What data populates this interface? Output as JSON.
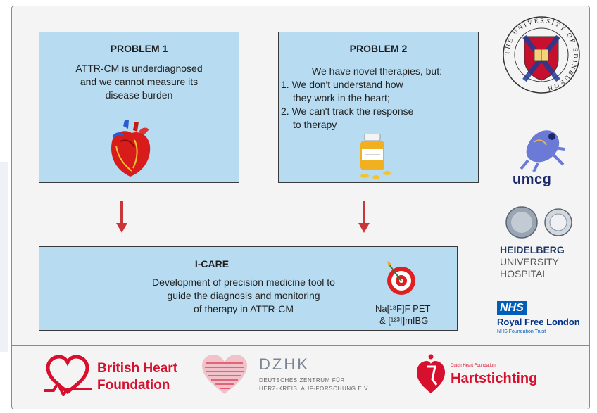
{
  "problem1": {
    "title": "PROBLEM 1",
    "lines": [
      "ATTR-CM is underdiagnosed",
      "and we cannot measure its",
      "disease burden"
    ]
  },
  "problem2": {
    "title": "PROBLEM 2",
    "lines": [
      "We have novel therapies, but:",
      "1. We don't understand how",
      "they work in the heart;",
      "2. We can't track the response",
      "to therapy"
    ]
  },
  "icare": {
    "title": "I-CARE",
    "lines": [
      "Development of precision medicine tool to",
      "guide the diagnosis  and monitoring",
      "of therapy in ATTR-CM"
    ],
    "pet_line1": "Na[¹⁸F]F PET",
    "pet_line2": "& [¹²³I]mIBG"
  },
  "logos": {
    "edinburgh_text": "THE UNIVERSITY OF EDINBURGH",
    "umcg": "umcg",
    "heidelberg": [
      "HEIDELBERG",
      "UNIVERSITY",
      "HOSPITAL"
    ],
    "nhs_badge": "NHS",
    "nhs_trust": "Royal Free London",
    "nhs_sub": "NHS Foundation Trust",
    "bhf": [
      "British Heart",
      "Foundation"
    ],
    "dzhk": [
      "DZHK",
      "DEUTSCHES ZENTRUM FÜR",
      "HERZ-KREISLAUF-FORSCHUNG E.V."
    ],
    "hartstichting_small": "Dutch Heart Foundation",
    "hartstichting": "Hartstichting"
  },
  "colors": {
    "box_fill": "#b7dcf2",
    "arrow": "#c8363a",
    "bhf_red": "#d6102d",
    "nhs_blue": "#005eb8"
  },
  "icons": [
    "heart-illustration-icon",
    "medicine-bottle-icon",
    "target-arrow-icon"
  ]
}
